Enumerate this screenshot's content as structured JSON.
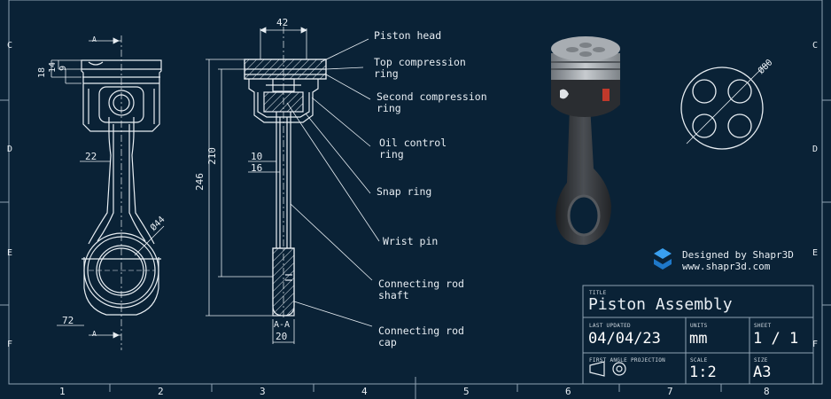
{
  "frame": {
    "columns": [
      "1",
      "2",
      "3",
      "4",
      "5",
      "6",
      "7",
      "8"
    ],
    "rows_left": [
      "C",
      "D",
      "E",
      "F"
    ],
    "rows_right": [
      "C",
      "D",
      "E",
      "F"
    ]
  },
  "dimensions": {
    "head_width": "42",
    "pin_dia": "10",
    "shaft_width": "16",
    "rod_length_a": "210",
    "rod_length_b": "246",
    "height_18": "18",
    "height_14": "14",
    "height_9": "9",
    "beam_width": "22",
    "big_end_dia": "Ø44",
    "big_end_width": "72",
    "cap_width": "20",
    "section_a_top": "A",
    "section_a_bottom": "A",
    "section_label": "A-A",
    "top_dia": "Ø80"
  },
  "callouts": [
    {
      "id": "piston-head",
      "lines": [
        "Piston head"
      ]
    },
    {
      "id": "top-compression-ring",
      "lines": [
        "Top compression",
        "ring"
      ]
    },
    {
      "id": "second-compression-ring",
      "lines": [
        "Second compression",
        "ring"
      ]
    },
    {
      "id": "oil-control-ring",
      "lines": [
        "Oil control",
        "ring"
      ]
    },
    {
      "id": "snap-ring",
      "lines": [
        "Snap ring"
      ]
    },
    {
      "id": "wrist-pin",
      "lines": [
        "Wrist pin"
      ]
    },
    {
      "id": "connecting-rod-shaft",
      "lines": [
        "Connecting rod",
        "shaft"
      ]
    },
    {
      "id": "connecting-rod-cap",
      "lines": [
        "Connecting rod",
        "cap"
      ]
    }
  ],
  "brand": {
    "line1": "Designed by Shapr3D",
    "line2": "www.shapr3d.com"
  },
  "title_block": {
    "title_caption": "TITLE",
    "title": "Piston Assembly",
    "updated_caption": "LAST UPDATED",
    "updated": "04/04/23",
    "units_caption": "UNITS",
    "units": "mm",
    "sheet_caption": "SHEET",
    "sheet": "1 / 1",
    "projection_caption": "FIRST ANGLE PROJECTION",
    "scale_caption": "SCALE",
    "scale": "1:2",
    "size_caption": "SIZE",
    "size": "A3"
  },
  "colors": {
    "background": "#0a2236",
    "line": "#e8eef3",
    "render_body": "#2a2d31",
    "render_crown": "#9ea3a8",
    "accent_red": "#c0392b",
    "logo": "#3aa0f0"
  }
}
